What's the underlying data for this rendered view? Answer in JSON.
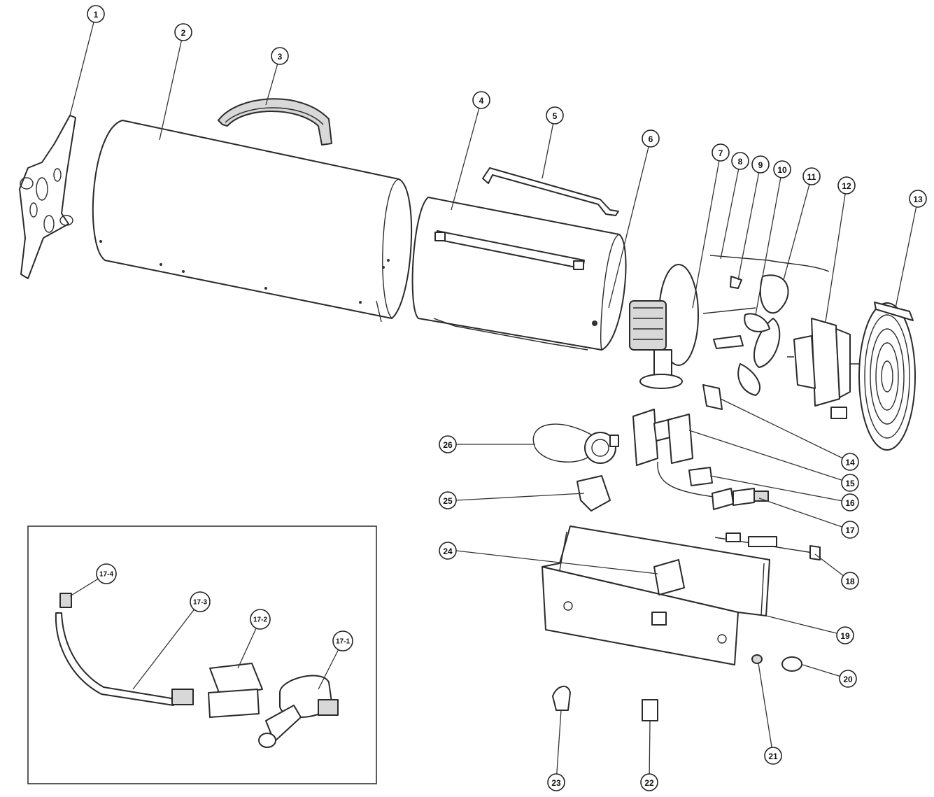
{
  "labels": [
    {
      "id": "1",
      "text": "1"
    },
    {
      "id": "2",
      "text": "2"
    },
    {
      "id": "3",
      "text": "3"
    },
    {
      "id": "4",
      "text": "4"
    },
    {
      "id": "5",
      "text": "5"
    },
    {
      "id": "6",
      "text": "6"
    },
    {
      "id": "7",
      "text": "7"
    },
    {
      "id": "8",
      "text": "8"
    },
    {
      "id": "9",
      "text": "9"
    },
    {
      "id": "10",
      "text": "10"
    },
    {
      "id": "11",
      "text": "11"
    },
    {
      "id": "12",
      "text": "12"
    },
    {
      "id": "13",
      "text": "13"
    },
    {
      "id": "14",
      "text": "14"
    },
    {
      "id": "15",
      "text": "15"
    },
    {
      "id": "16",
      "text": "16"
    },
    {
      "id": "17",
      "text": "17"
    },
    {
      "id": "18",
      "text": "18"
    },
    {
      "id": "19",
      "text": "19"
    },
    {
      "id": "20",
      "text": "20"
    },
    {
      "id": "21",
      "text": "21"
    },
    {
      "id": "22",
      "text": "22"
    },
    {
      "id": "23",
      "text": "23"
    },
    {
      "id": "24",
      "text": "24"
    },
    {
      "id": "25",
      "text": "25"
    },
    {
      "id": "26",
      "text": "26"
    },
    {
      "id": "17-1",
      "text": "17-1"
    },
    {
      "id": "17-2",
      "text": "17-2"
    },
    {
      "id": "17-3",
      "text": "17-3"
    },
    {
      "id": "17-4",
      "text": "17-4"
    }
  ]
}
